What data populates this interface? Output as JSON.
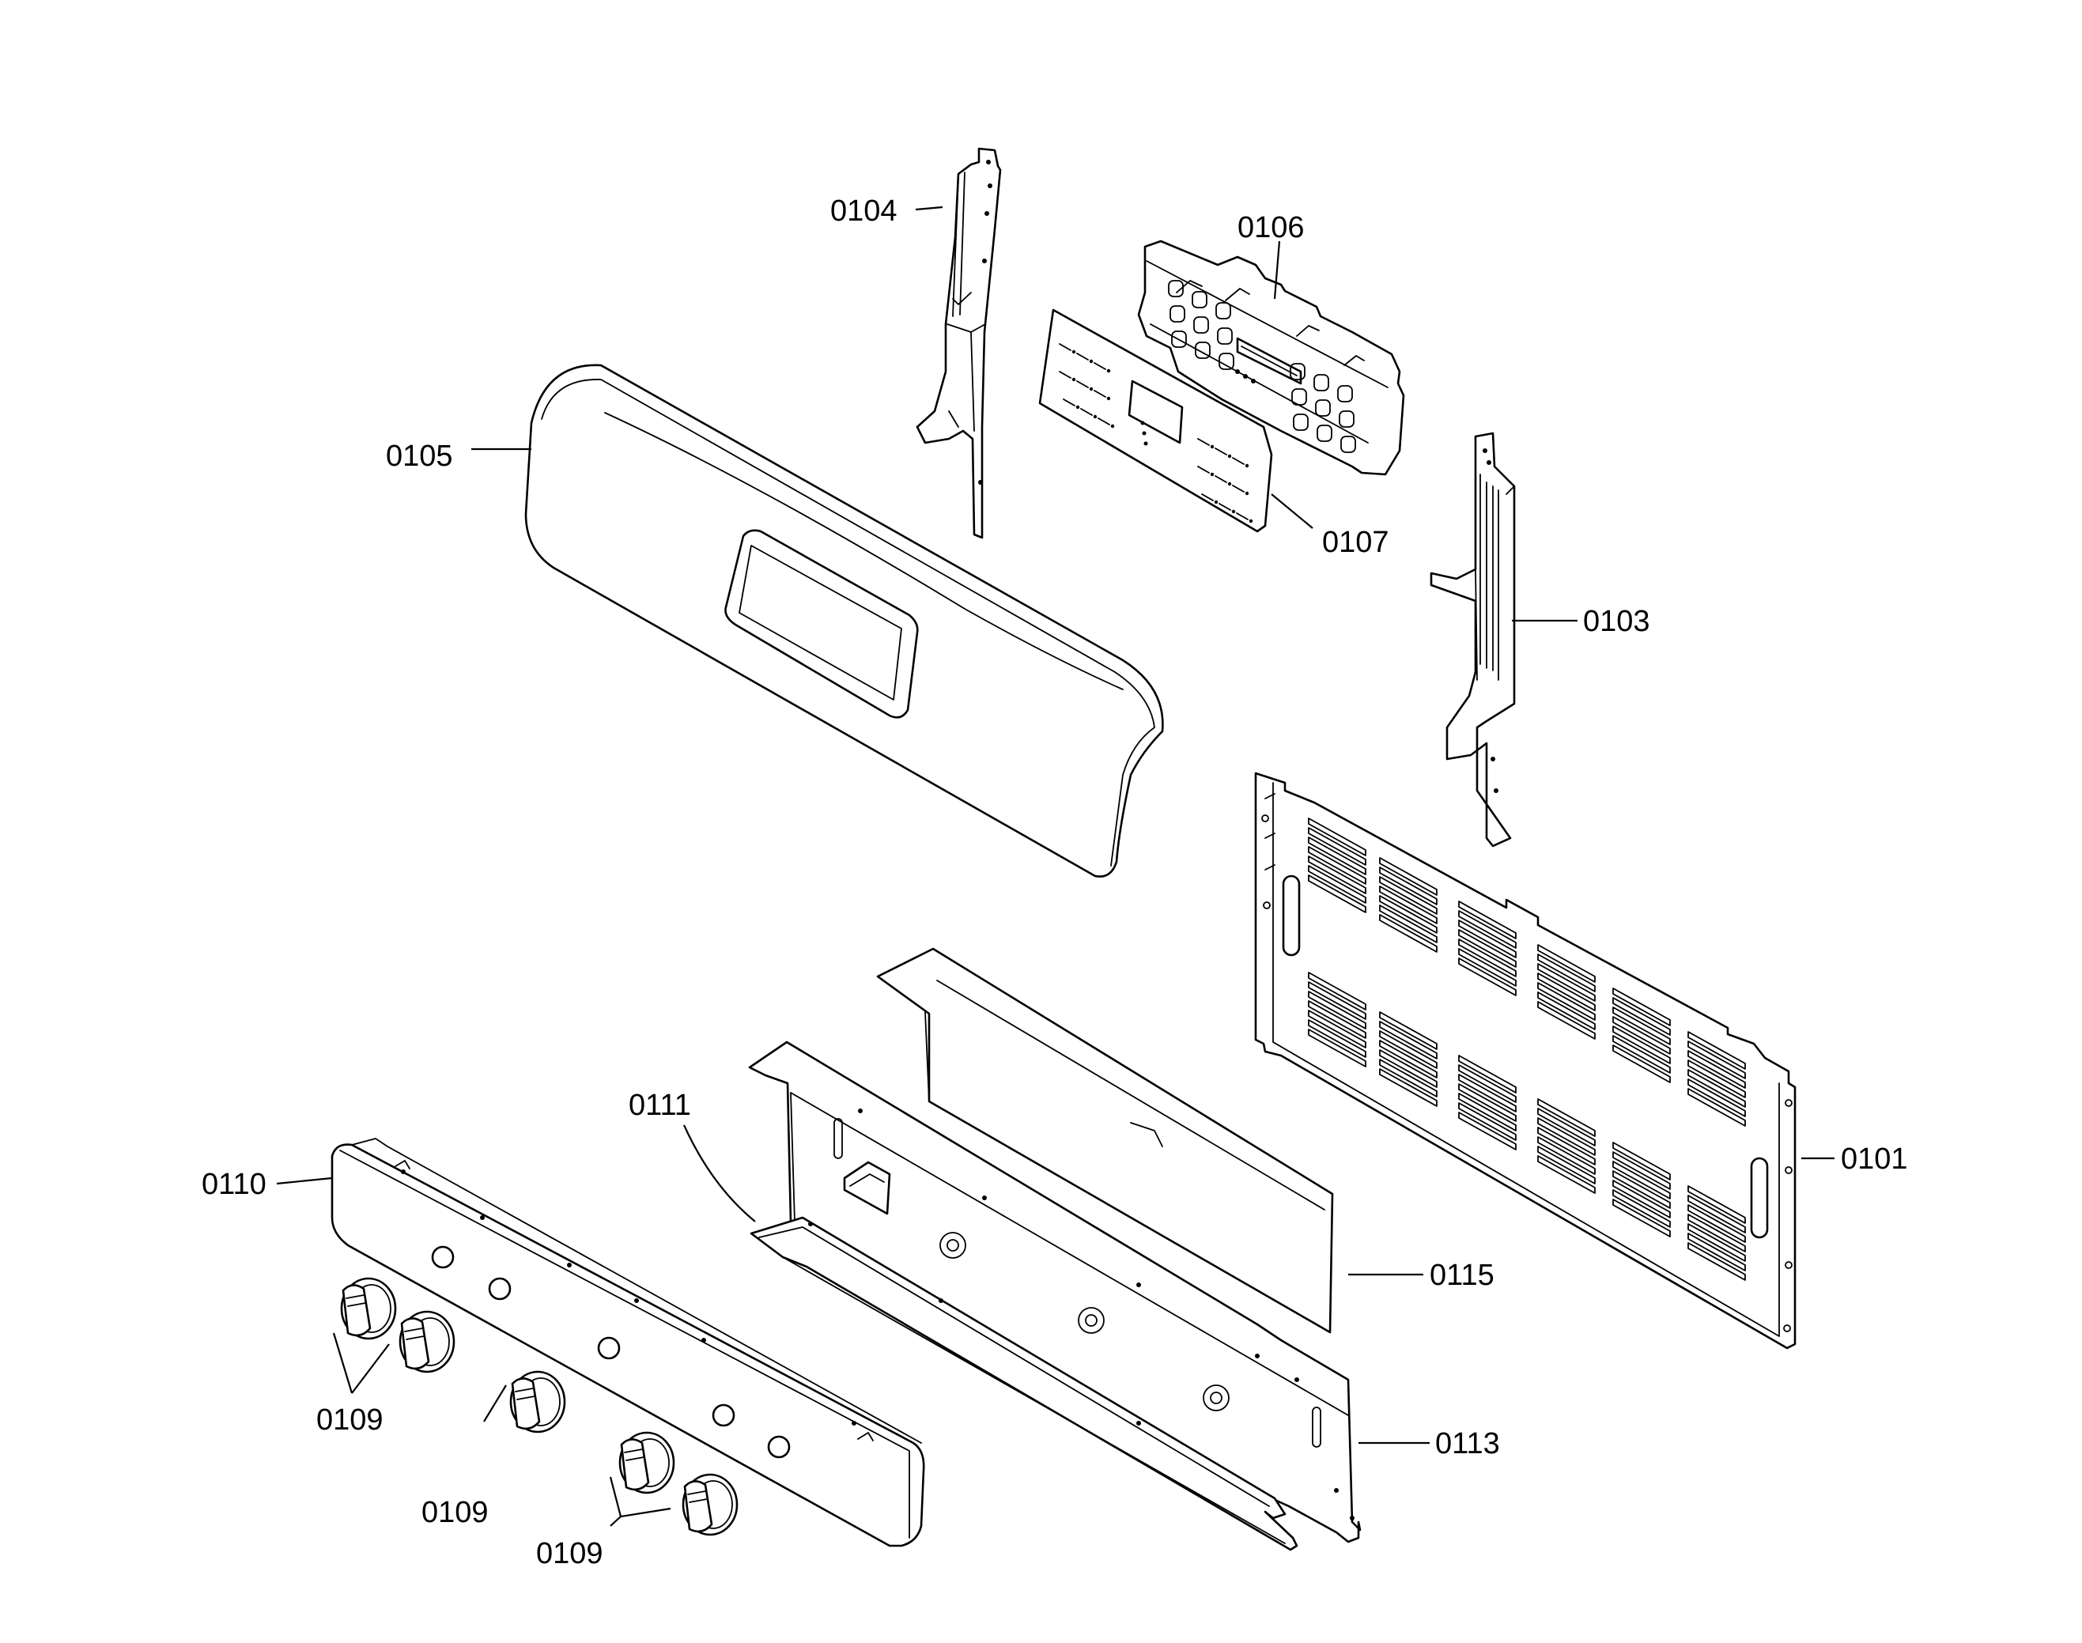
{
  "parts": [
    {
      "id": "p0101",
      "number": "0101"
    },
    {
      "id": "p0103",
      "number": "0103"
    },
    {
      "id": "p0104",
      "number": "0104"
    },
    {
      "id": "p0105",
      "number": "0105"
    },
    {
      "id": "p0106",
      "number": "0106"
    },
    {
      "id": "p0107",
      "number": "0107"
    },
    {
      "id": "p0109a",
      "number": "0109"
    },
    {
      "id": "p0109b",
      "number": "0109"
    },
    {
      "id": "p0109c",
      "number": "0109"
    },
    {
      "id": "p0110",
      "number": "0110"
    },
    {
      "id": "p0111",
      "number": "0111"
    },
    {
      "id": "p0113",
      "number": "0113"
    },
    {
      "id": "p0115",
      "number": "0115"
    }
  ],
  "icons": {
    "control_knob": "control-knob-icon",
    "vent_slot": "vent-slot-icon",
    "mounting_hole": "mounting-hole-icon"
  }
}
